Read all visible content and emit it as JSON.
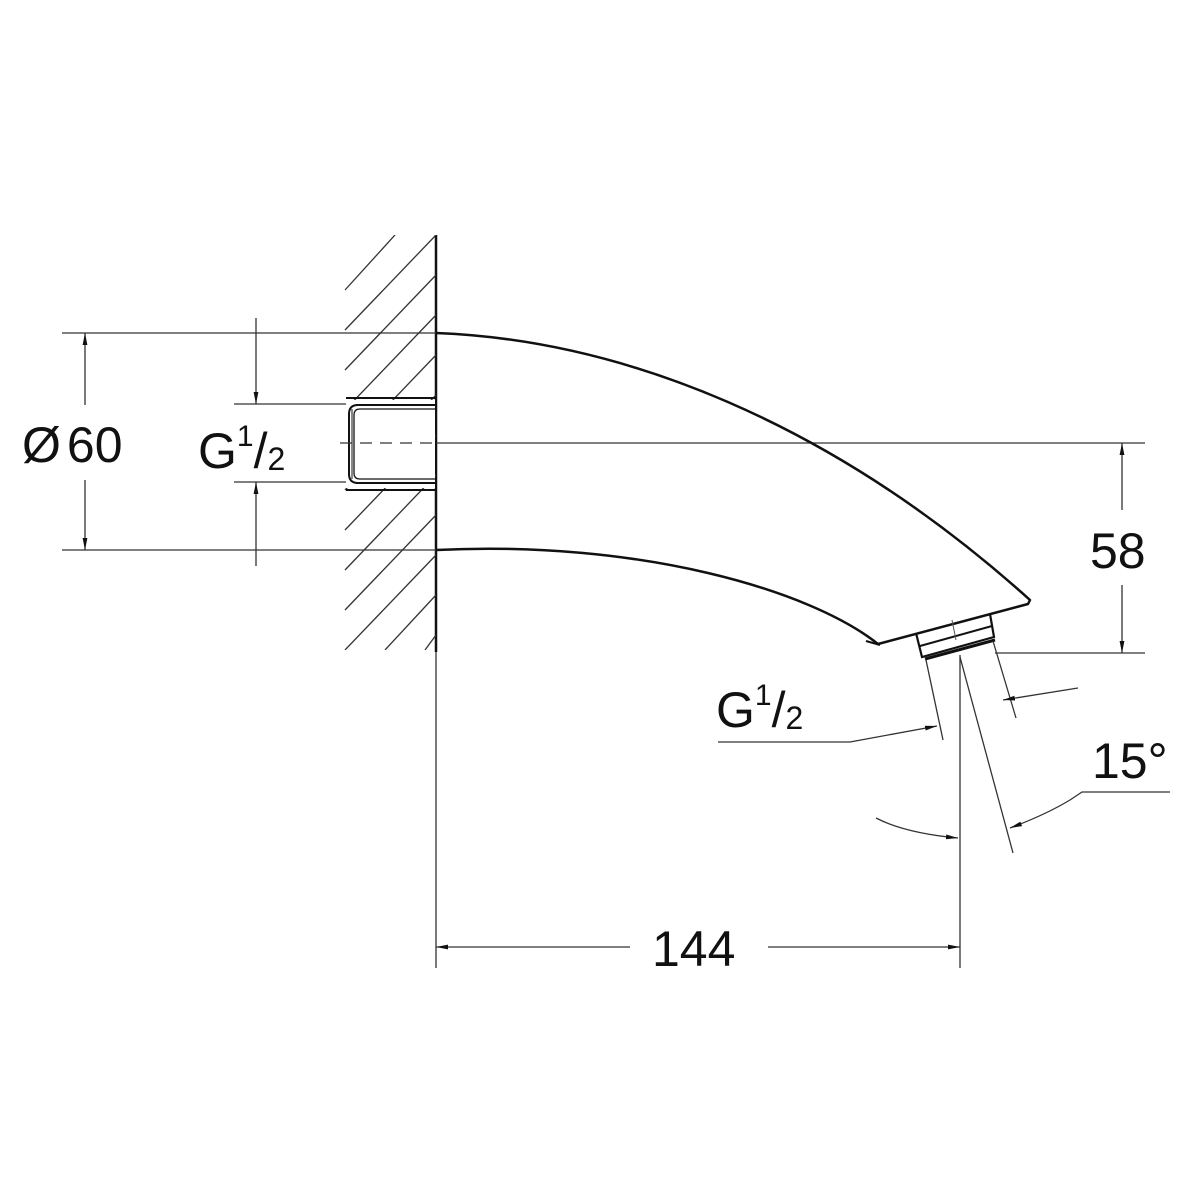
{
  "drawing": {
    "type": "technical-dimension-drawing",
    "subject": "wall-mounted shower arm",
    "colors": {
      "line": "#111111",
      "thin": "#333333",
      "background": "#ffffff"
    }
  },
  "labels": {
    "diameter": {
      "symbol": "Ø",
      "value": "60"
    },
    "thread_inlet": {
      "main": "G",
      "num": "1",
      "slash": "/",
      "den": "2"
    },
    "height": {
      "value": "58"
    },
    "thread_outlet": {
      "main": "G",
      "num": "1",
      "slash": "/",
      "den": "2"
    },
    "angle": {
      "value": "15°"
    },
    "length": {
      "value": "144"
    }
  }
}
